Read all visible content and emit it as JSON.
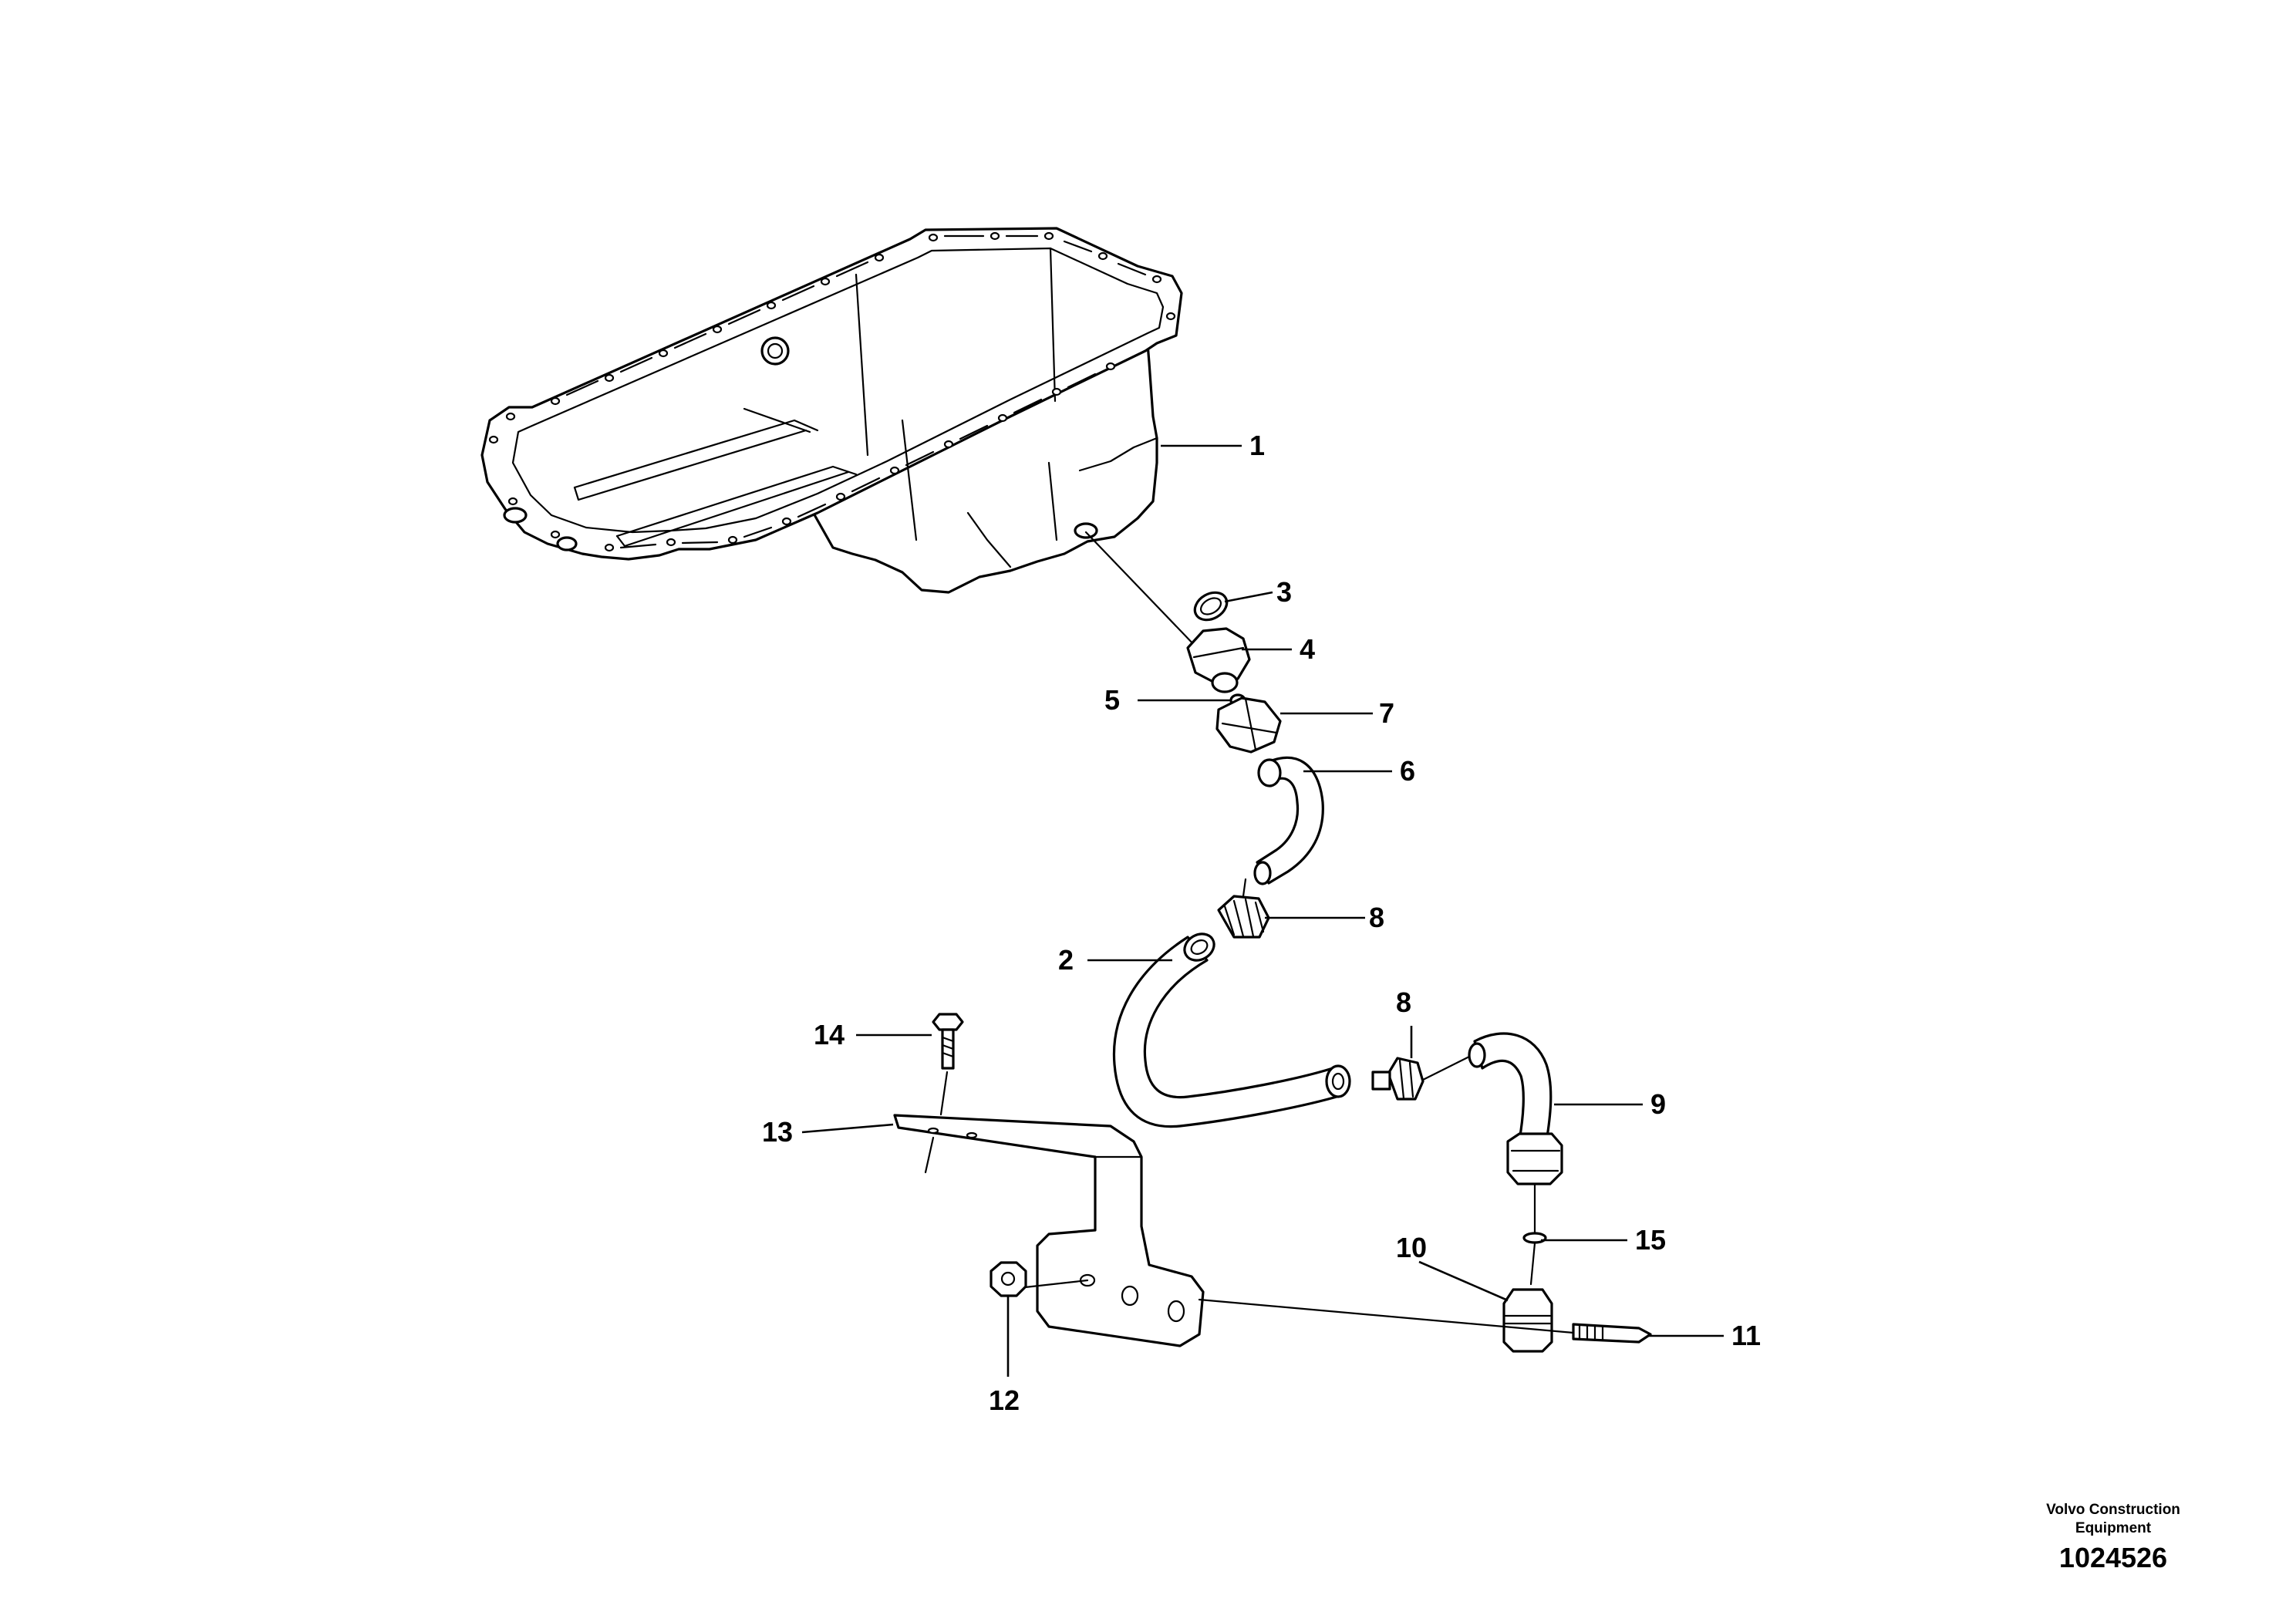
{
  "callouts": [
    {
      "id": "c1",
      "text": "1"
    },
    {
      "id": "c2",
      "text": "2"
    },
    {
      "id": "c3",
      "text": "3"
    },
    {
      "id": "c4",
      "text": "4"
    },
    {
      "id": "c5",
      "text": "5"
    },
    {
      "id": "c6",
      "text": "6"
    },
    {
      "id": "c7",
      "text": "7"
    },
    {
      "id": "c8a",
      "text": "8"
    },
    {
      "id": "c8b",
      "text": "8"
    },
    {
      "id": "c9",
      "text": "9"
    },
    {
      "id": "c10",
      "text": "10"
    },
    {
      "id": "c11",
      "text": "11"
    },
    {
      "id": "c12",
      "text": "12"
    },
    {
      "id": "c13",
      "text": "13"
    },
    {
      "id": "c14",
      "text": "14"
    },
    {
      "id": "c15",
      "text": "15"
    }
  ],
  "credit": {
    "line1": "Volvo Construction",
    "line2": "Equipment",
    "figure_number": "1024526"
  }
}
